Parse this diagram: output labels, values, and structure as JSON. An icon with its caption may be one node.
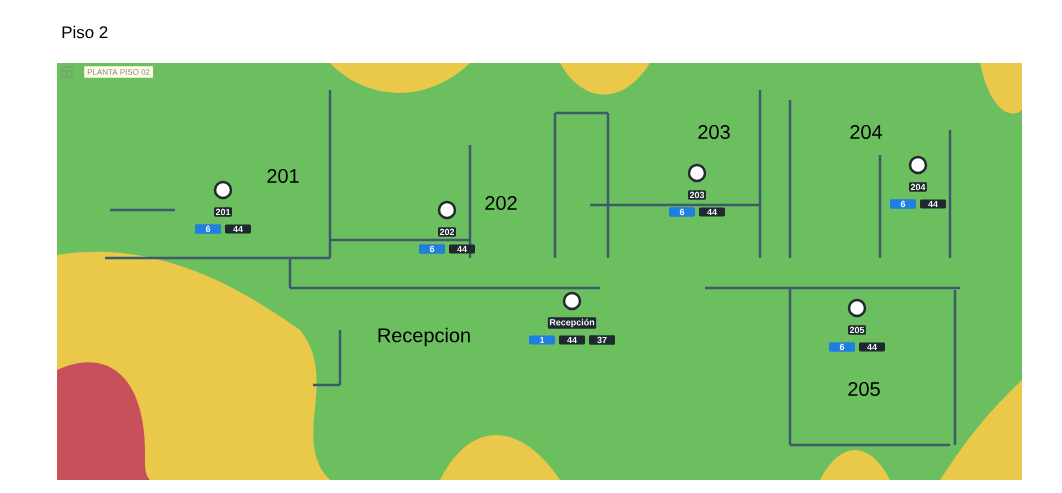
{
  "diagram": {
    "nodes": [
      {
        "text": [
          "201"
        ],
        "beside": [
          "6",
          "44"
        ]
      },
      {
        "text": [
          "202"
        ],
        "beside": [
          "6",
          "44"
        ]
      },
      {
        "text": [
          "203"
        ],
        "beside": [
          "6",
          "44"
        ]
      },
      {
        "text": [
          "204"
        ],
        "beside": [
          "6",
          "44"
        ]
      },
      {
        "text": [
          "Recepción"
        ],
        "beside": [
          "1",
          "44",
          "37"
        ]
      },
      {
        "text": [
          "205"
        ],
        "beside": [
          "6",
          "44"
        ]
      }
    ],
    "labels": [
      "Piso 2",
      "PLANTA PISO 02",
      "203",
      "204",
      "201",
      "202",
      "Recepcion",
      "205"
    ]
  }
}
